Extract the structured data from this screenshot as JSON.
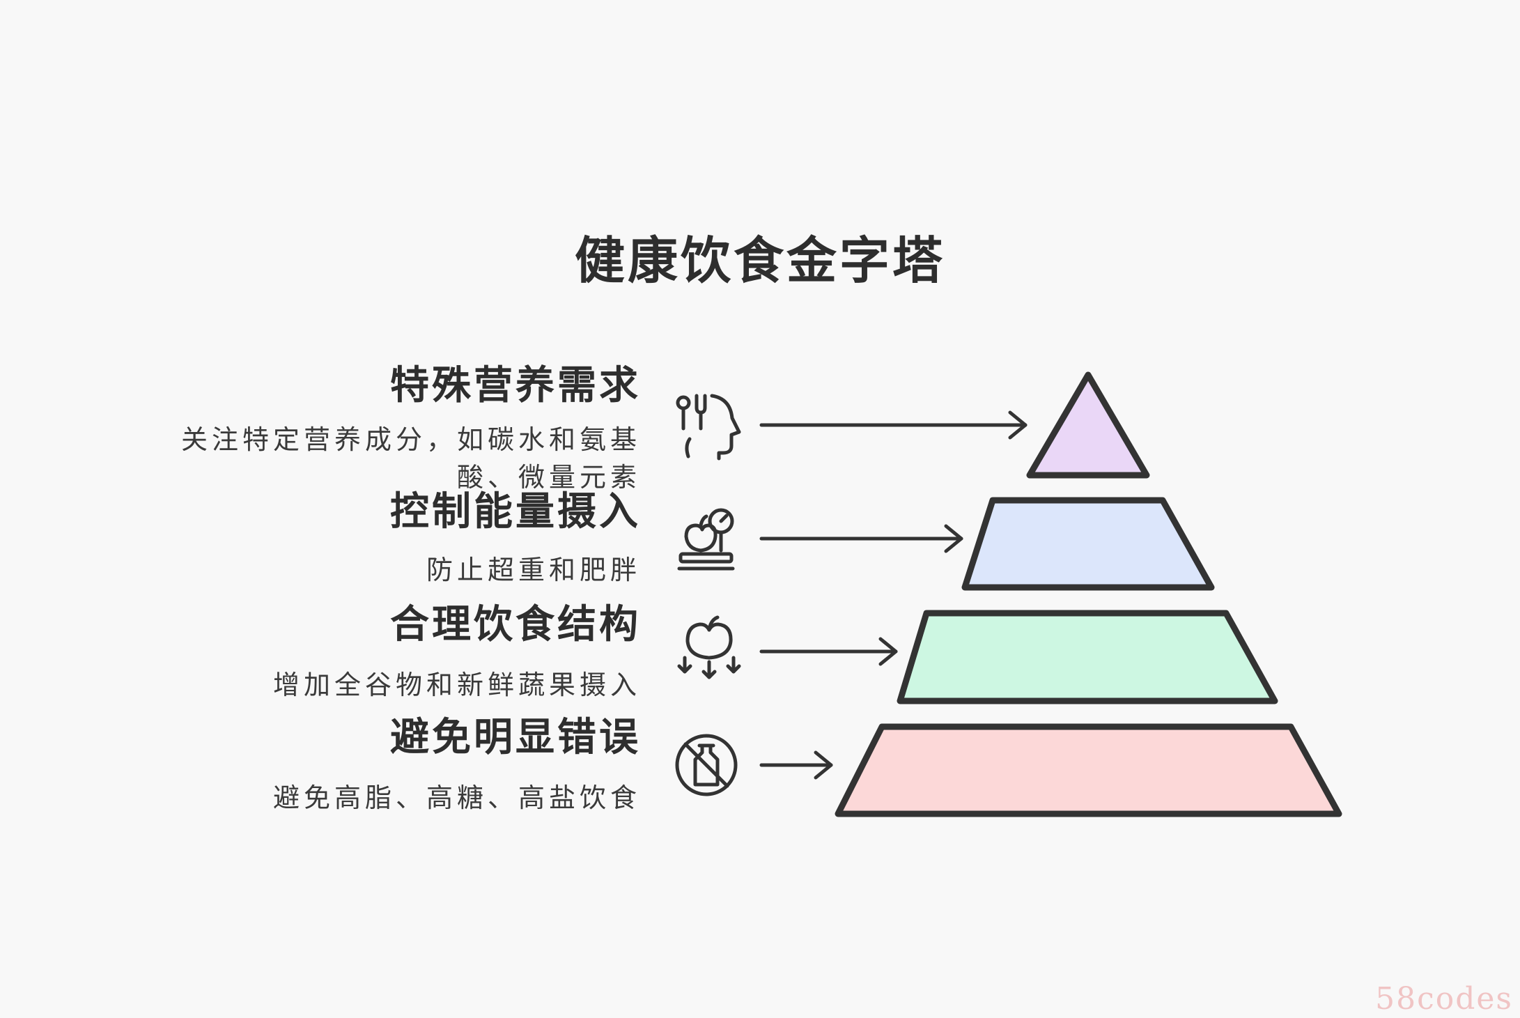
{
  "title": "健康饮食金字塔",
  "tiers": [
    {
      "heading": "特殊营养需求",
      "description": "关注特定营养成分，如碳水和氨基酸、微量元素",
      "icon": "head-with-fork-knife-icon",
      "fill": "#ead7f7"
    },
    {
      "heading": "控制能量摄入",
      "description": "防止超重和肥胖",
      "icon": "food-scale-icon",
      "fill": "#dce6fb"
    },
    {
      "heading": "合理饮食结构",
      "description": "增加全谷物和新鲜蔬果摄入",
      "icon": "apple-arrows-icon",
      "fill": "#cdf7e2"
    },
    {
      "heading": "避免明显错误",
      "description": "避免高脂、高糖、高盐饮食",
      "icon": "no-bottle-icon",
      "fill": "#fcd8d8"
    }
  ],
  "watermark": "58codes",
  "colors": {
    "outline": "#333333",
    "background": "#f8f8f8"
  }
}
